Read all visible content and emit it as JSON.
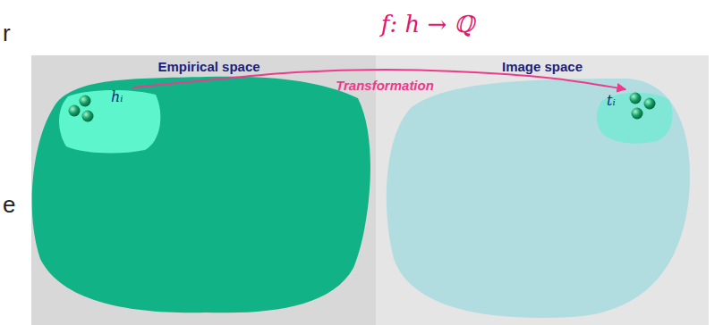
{
  "diagram": {
    "title": "f: h → ℚ",
    "nodes": [
      {
        "text": [
          "Empirical space"
        ]
      },
      {
        "text": [
          "hᵢ"
        ],
        "in": 0
      },
      {
        "text": [
          "Image space"
        ]
      },
      {
        "text": [
          "tᵢ"
        ],
        "in": 2
      }
    ],
    "edges": [
      {
        "from": 1,
        "to": 3,
        "arrow": "to",
        "label": "Transformation"
      }
    ],
    "labels": [
      "r",
      "e"
    ]
  }
}
